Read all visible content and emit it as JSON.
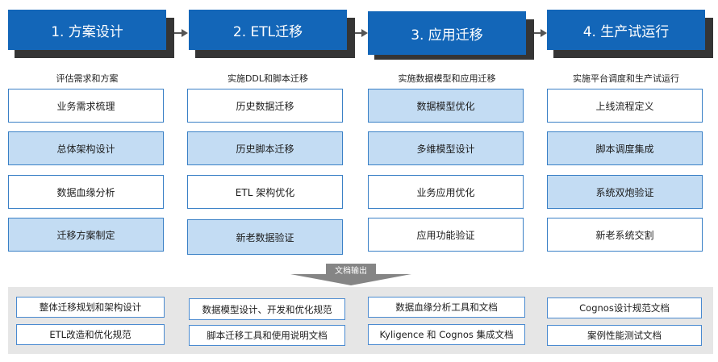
{
  "phases": [
    {
      "title": "1. 方案设计",
      "subtitle": "评估需求和方案",
      "tasks": [
        {
          "label": "业务需求梳理",
          "style": "white"
        },
        {
          "label": "总体架构设计",
          "style": "blue"
        },
        {
          "label": "数据血缘分析",
          "style": "white"
        },
        {
          "label": "迁移方案制定",
          "style": "blue"
        }
      ]
    },
    {
      "title": "2. ETL迁移",
      "subtitle": "实施DDL和脚本迁移",
      "tasks": [
        {
          "label": "历史数据迁移",
          "style": "white"
        },
        {
          "label": "历史脚本迁移",
          "style": "blue"
        },
        {
          "label": "ETL 架构优化",
          "style": "white"
        },
        {
          "label": "新老数据验证",
          "style": "blue"
        }
      ]
    },
    {
      "title": "3. 应用迁移",
      "subtitle": "实施数据模型和应用迁移",
      "tasks": [
        {
          "label": "数据模型优化",
          "style": "blue"
        },
        {
          "label": "多维模型设计",
          "style": "blue"
        },
        {
          "label": "业务应用优化",
          "style": "white"
        },
        {
          "label": "应用功能验证",
          "style": "white"
        }
      ]
    },
    {
      "title": "4. 生产试运行",
      "subtitle": "实施平台调度和生产试运行",
      "tasks": [
        {
          "label": "上线流程定义",
          "style": "white"
        },
        {
          "label": "脚本调度集成",
          "style": "blue"
        },
        {
          "label": "系统双炮验证",
          "style": "blue"
        },
        {
          "label": "新老系统交割",
          "style": "white"
        }
      ]
    }
  ],
  "output_label": "文档输出",
  "outputs": [
    [
      "整体迁移规划和架构设计",
      "ETL改造和优化规范"
    ],
    [
      "数据模型设计、开发和优化规范",
      "脚本迁移工具和使用说明文档"
    ],
    [
      "数据血缘分析工具和文档",
      "Kyligence 和 Cognos 集成文档"
    ],
    [
      "Cognos设计规范文档",
      "案例性能测试文档"
    ]
  ],
  "colors": {
    "phase": "#1366b8",
    "task_blue": "#c3dcf3",
    "task_border": "#3a80c6",
    "shadow": "#353535"
  }
}
